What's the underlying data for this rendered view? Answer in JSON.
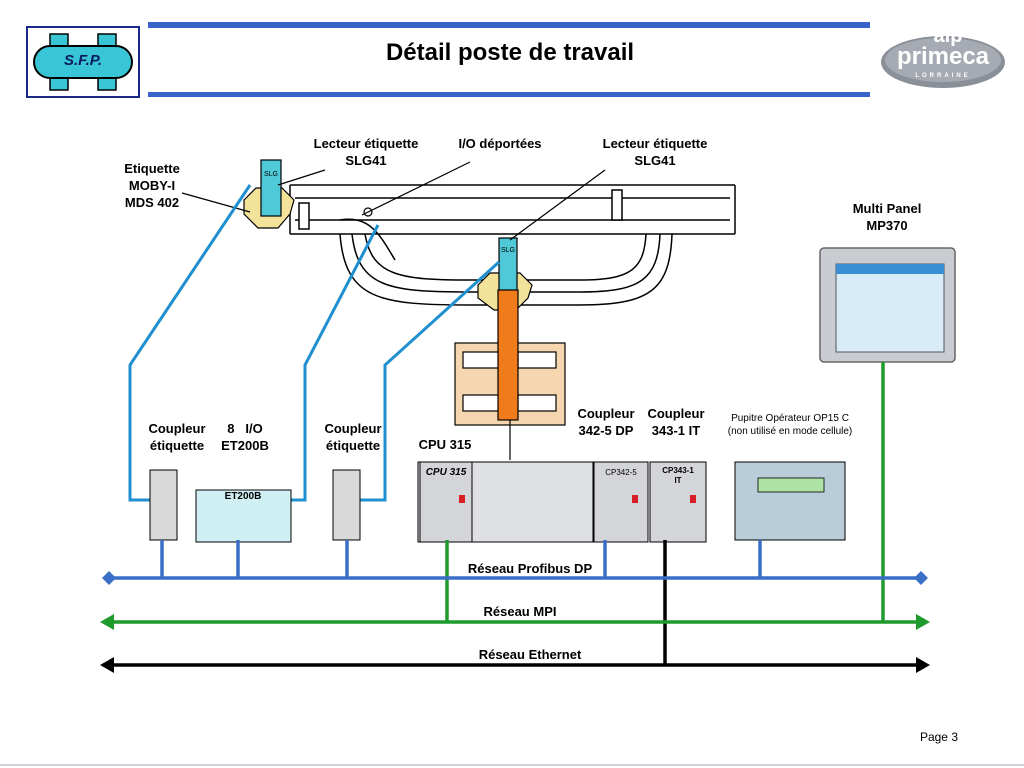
{
  "slide": {
    "title": "Détail poste de travail",
    "page": "Page 3",
    "sfp_logo_text": "S.F.P.",
    "aip_logo_top": "aip",
    "aip_logo_mid": "primeca",
    "aip_logo_bottom": "LORRAINE"
  },
  "labels": {
    "lecteur1": "Lecteur étiquette\nSLG41",
    "io_deportees": "I/O déportées",
    "lecteur2": "Lecteur étiquette\nSLG41",
    "etiquette": "Etiquette\nMOBY-I\nMDS 402",
    "multi_panel": "Multi Panel\nMP370",
    "coupleur1": "Coupleur\nétiquette",
    "io8": "8   I/O\nET200B",
    "coupleur2": "Coupleur\nétiquette",
    "cpu": "CPU 315",
    "coupleur_342": "Coupleur\n342-5 DP",
    "coupleur_343": "Coupleur\n343-1 IT",
    "pupitre": "Pupitre Opérateur OP15 C\n(non utilisé en mode cellule)"
  },
  "devices": {
    "et200_label": "ET200B",
    "cpu_label": "CPU 315",
    "cp342_label": "CP342-5",
    "cp343_label": "CP343-1\nIT",
    "slg_letters": "SLG"
  },
  "networks": {
    "profibus": {
      "label": "Réseau Profibus DP",
      "color": "#3a6fc8"
    },
    "mpi": {
      "label": "Réseau MPI",
      "color": "#1f9a2c"
    },
    "ethernet": {
      "label": "Réseau Ethernet",
      "color": "#000000"
    }
  },
  "colors": {
    "accent_bar": "#3a63c9",
    "cable_blue": "#1f8fd0",
    "conveyor_orange": "#f07b1a",
    "tag_yellow": "#f3e29a",
    "sensor_cyan": "#4fc9d7"
  }
}
